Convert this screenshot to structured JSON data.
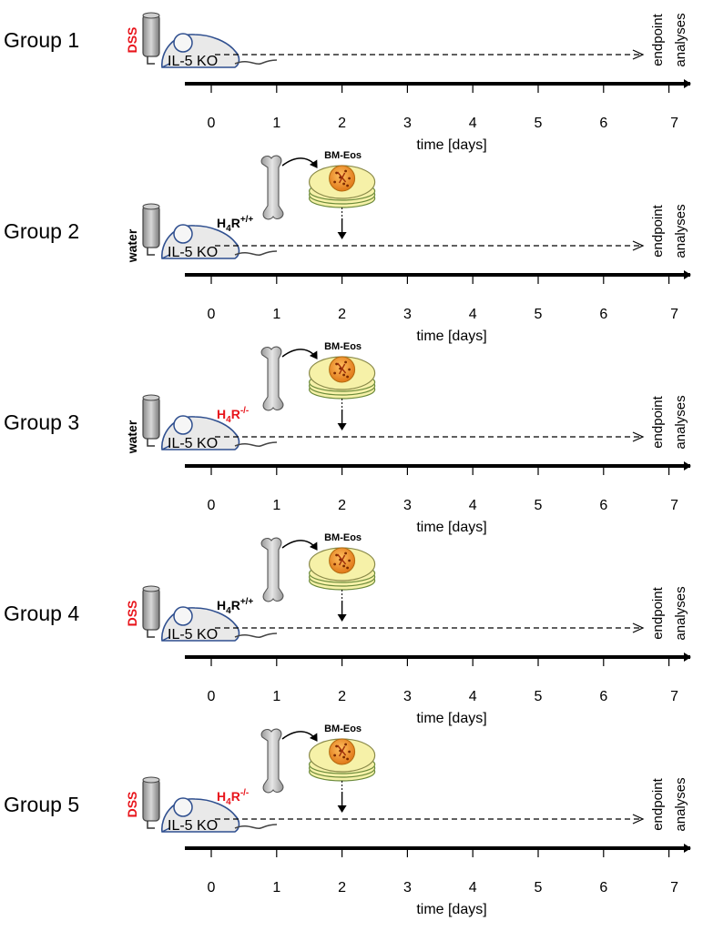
{
  "groups": [
    {
      "label": "Group 1",
      "drink": "DSS",
      "drink_color": "#e8141b",
      "mouse": "IL-5 KO",
      "transfer": null
    },
    {
      "label": "Group 2",
      "drink": "water",
      "drink_color": "#000000",
      "mouse": "IL-5 KO",
      "transfer": {
        "genotype_base": "H",
        "genotype_sub": "4",
        "genotype_rest": "R",
        "genotype_sup": "+/+",
        "genotype_color": "#000000",
        "cells": "BM-Eos"
      }
    },
    {
      "label": "Group 3",
      "drink": "water",
      "drink_color": "#000000",
      "mouse": "IL-5 KO",
      "transfer": {
        "genotype_base": "H",
        "genotype_sub": "4",
        "genotype_rest": "R",
        "genotype_sup": "-/-",
        "genotype_color": "#e8141b",
        "cells": "BM-Eos"
      }
    },
    {
      "label": "Group 4",
      "drink": "DSS",
      "drink_color": "#e8141b",
      "mouse": "IL-5 KO",
      "transfer": {
        "genotype_base": "H",
        "genotype_sub": "4",
        "genotype_rest": "R",
        "genotype_sup": "+/+",
        "genotype_color": "#000000",
        "cells": "BM-Eos"
      }
    },
    {
      "label": "Group 5",
      "drink": "DSS",
      "drink_color": "#e8141b",
      "mouse": "IL-5 KO",
      "transfer": {
        "genotype_base": "H",
        "genotype_sub": "4",
        "genotype_rest": "R",
        "genotype_sup": "-/-",
        "genotype_color": "#e8141b",
        "cells": "BM-Eos"
      }
    }
  ],
  "timeline": {
    "ticks": [
      "0",
      "1",
      "2",
      "3",
      "4",
      "5",
      "6",
      "7"
    ],
    "axis_label": "time [days]",
    "transfer_day": 2,
    "endpoint_day": 7,
    "endpoint_lines": [
      "endpoint",
      "analyses"
    ]
  },
  "colors": {
    "red": "#e8141b",
    "bone": "#c8c8c8",
    "dish": "#f6f1a8",
    "dish_edge": "#6b8a3a",
    "cell": "#f0a030",
    "mouse_fill": "#e9e9e9",
    "mouse_edge": "#2f4f8f",
    "bottle": "#b0b0b0"
  }
}
